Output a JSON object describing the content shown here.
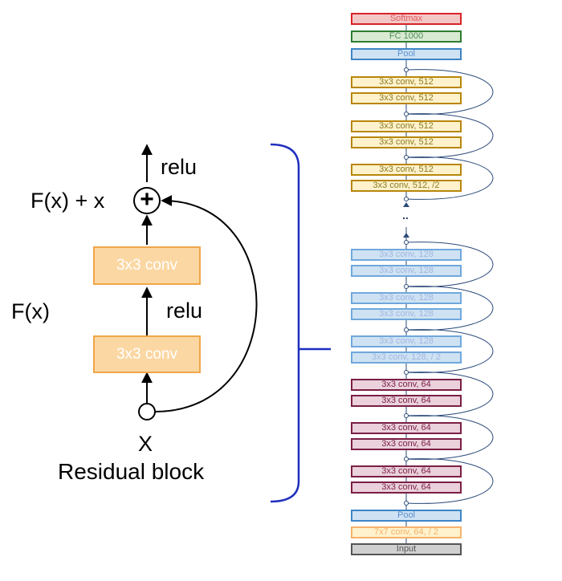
{
  "block": {
    "output_label": "F(x) + x",
    "relu_top": "relu",
    "relu_mid": "relu",
    "fx_label": "F(x)",
    "conv_top": "3x3 conv",
    "conv_bottom": "3x3 conv",
    "x_label": "X",
    "caption": "Residual block",
    "plus_symbol": "+"
  },
  "stack": {
    "ellipsis": "..",
    "layers": [
      {
        "label": "Softmax",
        "type": "softmax"
      },
      {
        "label": "FC 1000",
        "type": "fc"
      },
      {
        "label": "Pool",
        "type": "pool"
      },
      {
        "label": "3x3 conv, 512",
        "type": "c512"
      },
      {
        "label": "3x3 conv, 512",
        "type": "c512"
      },
      {
        "label": "3x3 conv, 512",
        "type": "c512"
      },
      {
        "label": "3x3 conv, 512",
        "type": "c512"
      },
      {
        "label": "3x3 conv, 512",
        "type": "c512"
      },
      {
        "label": "3x3 conv, 512, /2",
        "type": "c512"
      },
      {
        "label": "3x3 conv, 128",
        "type": "c128"
      },
      {
        "label": "3x3 conv, 128",
        "type": "c128"
      },
      {
        "label": "3x3 conv, 128",
        "type": "c128"
      },
      {
        "label": "3x3 conv, 128",
        "type": "c128"
      },
      {
        "label": "3x3 conv, 128",
        "type": "c128"
      },
      {
        "label": "3x3 conv, 128, / 2",
        "type": "c128"
      },
      {
        "label": "3x3 conv, 64",
        "type": "c64"
      },
      {
        "label": "3x3 conv, 64",
        "type": "c64"
      },
      {
        "label": "3x3 conv, 64",
        "type": "c64"
      },
      {
        "label": "3x3 conv, 64",
        "type": "c64"
      },
      {
        "label": "3x3 conv, 64",
        "type": "c64"
      },
      {
        "label": "3x3 conv, 64",
        "type": "c64"
      },
      {
        "label": "Pool",
        "type": "pool"
      },
      {
        "label": "7x7 conv, 64, / 2",
        "type": "c7"
      },
      {
        "label": "Input",
        "type": "input"
      }
    ]
  }
}
